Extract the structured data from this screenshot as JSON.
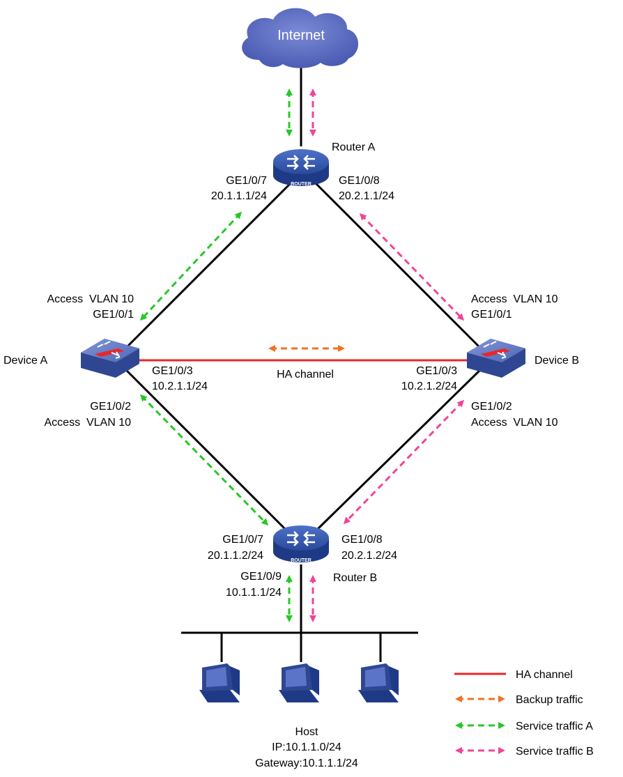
{
  "cloud": {
    "label": "Internet"
  },
  "routers": {
    "a": {
      "name": "Router A",
      "badge": "ROUTER"
    },
    "b": {
      "name": "Router B",
      "badge": "ROUTER"
    }
  },
  "devices": {
    "a": {
      "name": "Device A"
    },
    "b": {
      "name": "Device B"
    }
  },
  "interfaces": {
    "ra_left": {
      "port": "GE1/0/7",
      "ip": "20.1.1.1/24"
    },
    "ra_right": {
      "port": "GE1/0/8",
      "ip": "20.2.1.1/24"
    },
    "da_up": {
      "vlan": "Access  VLAN 10",
      "port": "GE1/0/1"
    },
    "db_up": {
      "vlan": "Access  VLAN 10",
      "port": "GE1/0/1"
    },
    "da_ha": {
      "port": "GE1/0/3",
      "ip": "10.2.1.1/24"
    },
    "db_ha": {
      "port": "GE1/0/3",
      "ip": "10.2.1.2/24"
    },
    "da_down": {
      "port": "GE1/0/2",
      "vlan": "Access  VLAN 10"
    },
    "db_down": {
      "port": "GE1/0/2",
      "vlan": "Access  VLAN 10"
    },
    "rb_left": {
      "port": "GE1/0/7",
      "ip": "20.1.1.2/24"
    },
    "rb_right": {
      "port": "GE1/0/8",
      "ip": "20.2.1.2/24"
    },
    "rb_down": {
      "port": "GE1/0/9",
      "ip": "10.1.1.1/24"
    }
  },
  "ha_channel_label": "HA channel",
  "host": {
    "name": "Host",
    "ip": "IP:10.1.1.0/24",
    "gateway": "Gateway:10.1.1.1/24"
  },
  "legend": {
    "items": [
      {
        "label": "HA channel",
        "style": "solid",
        "color": "#e8262a"
      },
      {
        "label": "Backup traffic",
        "style": "dashed-arrow",
        "color": "#f07222"
      },
      {
        "label": "Service traffic A",
        "style": "dashed-arrow",
        "color": "#26c826"
      },
      {
        "label": "Service traffic B",
        "style": "dashed-arrow",
        "color": "#f0449a"
      }
    ]
  },
  "colors": {
    "ha": "#e8262a",
    "backup": "#f07222",
    "service_a": "#26c826",
    "service_b": "#f0449a",
    "device_blue": "#3f55a6",
    "cloud": "#5b6cc0"
  },
  "icons": {
    "cloud": "internet-cloud-icon",
    "router": "router-icon",
    "firewall": "firewall-icon",
    "host": "desktop-computer-icon"
  }
}
